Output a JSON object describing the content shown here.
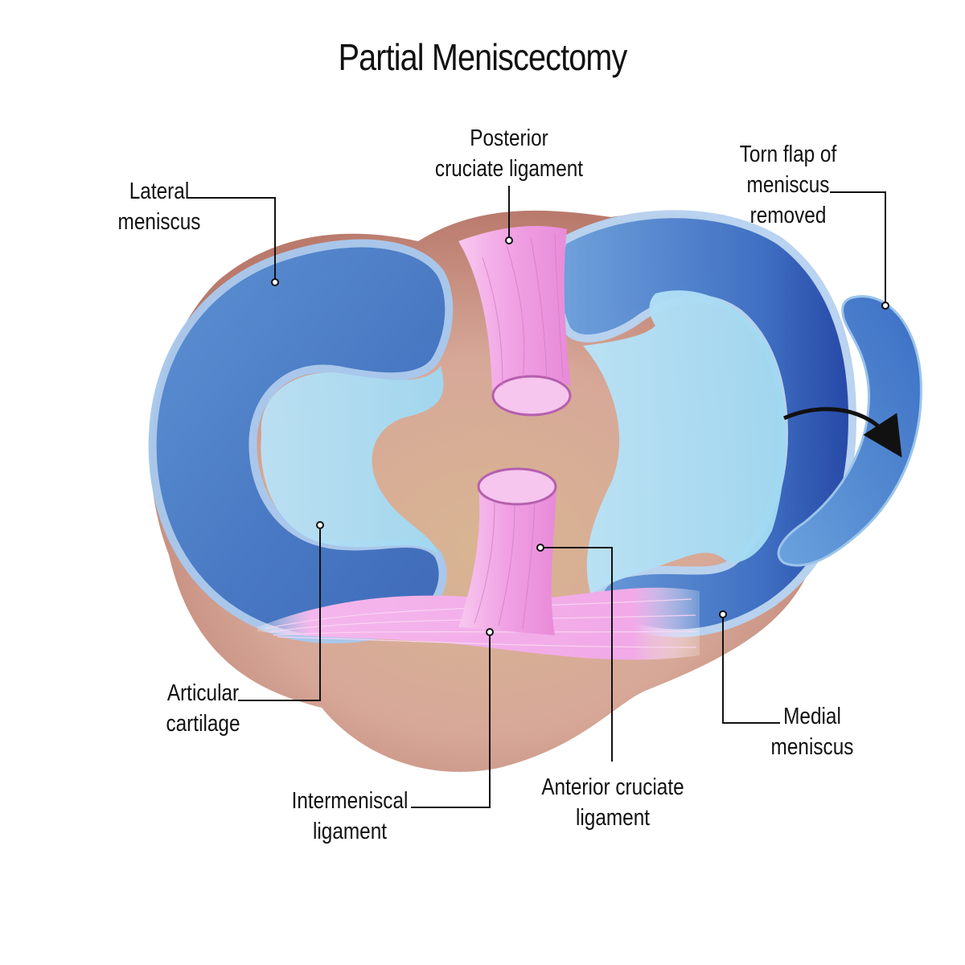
{
  "title": "Partial Meniscectomy",
  "labels": {
    "lateral_meniscus": [
      "Lateral",
      "meniscus"
    ],
    "posterior_cruciate": [
      "Posterior",
      "cruciate ligament"
    ],
    "torn_flap": [
      "Torn flap of",
      "meniscus",
      "removed"
    ],
    "articular_cartilage": [
      "Articular",
      "cartilage"
    ],
    "intermeniscal": [
      "Intermeniscal",
      "ligament"
    ],
    "anterior_cruciate": [
      "Anterior cruciate",
      "ligament"
    ],
    "medial_meniscus": [
      "Medial",
      "meniscus"
    ]
  },
  "colors": {
    "bone": "#d9a493",
    "meniscus": "#4f86cf",
    "cartilage": "#a8dcf3",
    "ligament": "#f3a6e6",
    "leader": "#111111"
  }
}
